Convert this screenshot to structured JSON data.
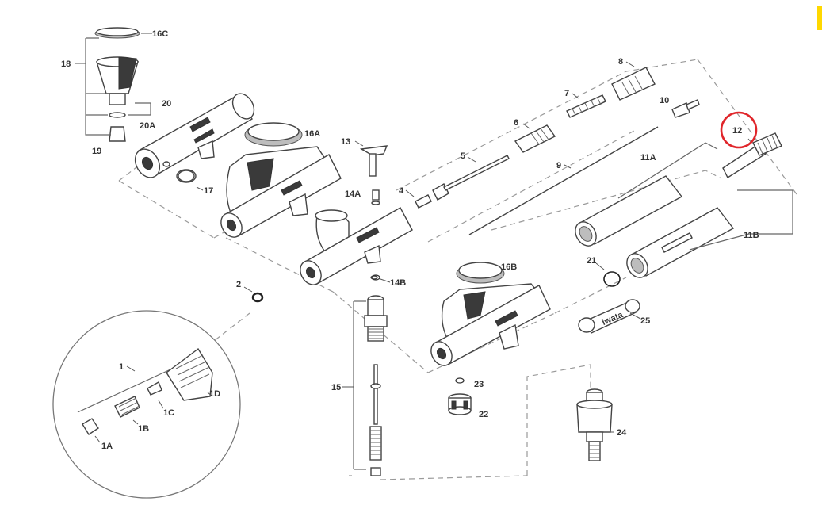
{
  "diagram": {
    "labels": {
      "p1": "1",
      "p1A": "1A",
      "p1B": "1B",
      "p1C": "1C",
      "p1D": "1D",
      "p2": "2",
      "p4": "4",
      "p5": "5",
      "p6": "6",
      "p7": "7",
      "p8": "8",
      "p9": "9",
      "p10": "10",
      "p11A": "11A",
      "p11B": "11B",
      "p12": "12",
      "p13": "13",
      "p14A": "14A",
      "p14B": "14B",
      "p15": "15",
      "p16A": "16A",
      "p16B": "16B",
      "p16C": "16C",
      "p17": "17",
      "p18": "18",
      "p19": "19",
      "p20": "20",
      "p20A": "20A",
      "p21": "21",
      "p22": "22",
      "p23": "23",
      "p24": "24",
      "p25": "25"
    },
    "wrench_brand": "iwata",
    "highlight": {
      "part": "12",
      "color": "#e0262b"
    },
    "accent_color": "#ffd800"
  }
}
